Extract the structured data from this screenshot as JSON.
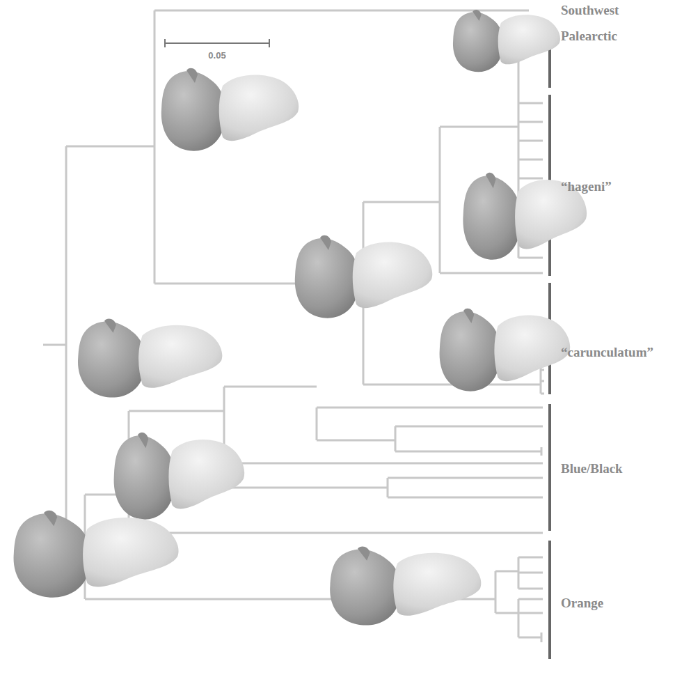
{
  "diagram": {
    "labels": [
      "Southwest",
      "0.05",
      "Palearctic",
      "“hageni”",
      "“carunculatum”",
      "Blue/Black",
      "Orange"
    ]
  }
}
